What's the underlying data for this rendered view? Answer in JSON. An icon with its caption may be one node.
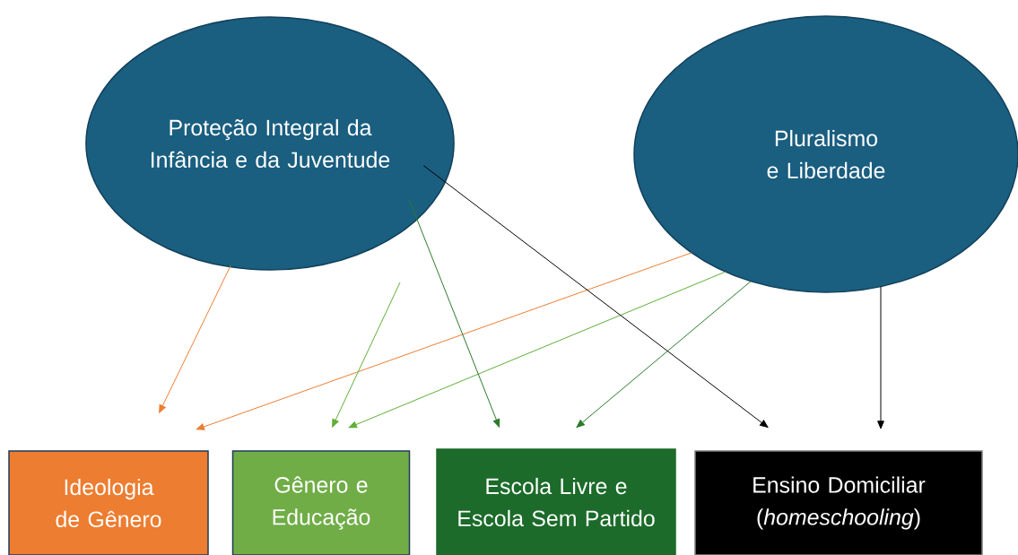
{
  "diagram": {
    "nodes": [
      {
        "text": [
          "Proteção Integral da Infância e da Juventude"
        ]
      },
      {
        "text": [
          "Pluralismo e Liberdade"
        ]
      },
      {
        "text": [
          "Ideologia de Gênero"
        ]
      },
      {
        "text": [
          "Gênero e Educação"
        ]
      },
      {
        "text": [
          "Escola Livre e Escola Sem Partido"
        ]
      },
      {
        "text": [
          "Ensino Domiciliar (*homeschooling*)"
        ]
      }
    ],
    "edges": [
      {
        "from": 0,
        "to": 2,
        "arrow": "to",
        "color": "#ed7d31"
      },
      {
        "from": 1,
        "to": 2,
        "arrow": "to",
        "color": "#ed7d31"
      },
      {
        "from": 0,
        "to": 3,
        "arrow": "to",
        "color": "#5fae38"
      },
      {
        "from": 1,
        "to": 3,
        "arrow": "to",
        "color": "#5fae38"
      },
      {
        "from": 0,
        "to": 4,
        "arrow": "to",
        "color": "#2a7a2a"
      },
      {
        "from": 1,
        "to": 4,
        "arrow": "to",
        "color": "#2a7a2a"
      },
      {
        "from": 0,
        "to": 5,
        "arrow": "to",
        "color": "#000000"
      },
      {
        "from": 1,
        "to": 5,
        "arrow": "to",
        "color": "#000000"
      }
    ]
  }
}
